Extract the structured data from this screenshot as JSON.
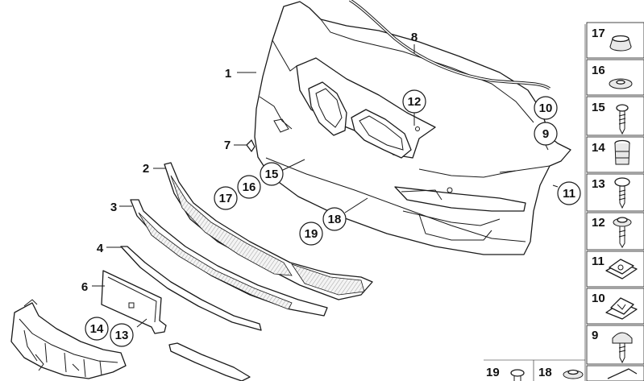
{
  "main_labels": {
    "l1": "1",
    "l2": "2",
    "l3": "3",
    "l4": "4",
    "l6": "6",
    "l7": "7",
    "l8": "8",
    "l11": "11"
  },
  "callouts": {
    "c12": "12",
    "c10": "10",
    "c9": "9",
    "c15": "15",
    "c16": "16",
    "c17": "17",
    "c18": "18",
    "c19": "19",
    "c14": "14",
    "c13": "13",
    "c11": "11"
  },
  "side_panel": [
    "17",
    "16",
    "15",
    "14",
    "13",
    "12",
    "11",
    "10",
    "9"
  ],
  "bottom_row": [
    "19",
    "18"
  ]
}
